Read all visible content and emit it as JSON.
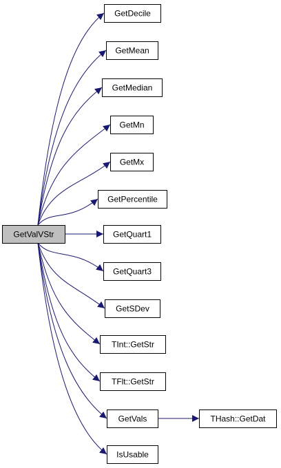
{
  "colors": {
    "edge": "#191970",
    "node_border": "#000000",
    "node_fill": "#ffffff",
    "root_fill": "#bfbfbf",
    "background": "#ffffff"
  },
  "root": {
    "id": "root",
    "label": "GetValVStr"
  },
  "callees": [
    {
      "id": "n1",
      "label": "GetDecile"
    },
    {
      "id": "n2",
      "label": "GetMean"
    },
    {
      "id": "n3",
      "label": "GetMedian"
    },
    {
      "id": "n4",
      "label": "GetMn"
    },
    {
      "id": "n5",
      "label": "GetMx"
    },
    {
      "id": "n6",
      "label": "GetPercentile"
    },
    {
      "id": "n7",
      "label": "GetQuart1"
    },
    {
      "id": "n8",
      "label": "GetQuart3"
    },
    {
      "id": "n9",
      "label": "GetSDev"
    },
    {
      "id": "n10",
      "label": "TInt::GetStr"
    },
    {
      "id": "n11",
      "label": "TFlt::GetStr"
    },
    {
      "id": "n12",
      "label": "GetVals"
    },
    {
      "id": "n13",
      "label": "IsUsable"
    }
  ],
  "secondary": [
    {
      "id": "n14",
      "label": "THash::GetDat"
    }
  ],
  "edges": [
    {
      "from": "root",
      "to": "n1"
    },
    {
      "from": "root",
      "to": "n2"
    },
    {
      "from": "root",
      "to": "n3"
    },
    {
      "from": "root",
      "to": "n4"
    },
    {
      "from": "root",
      "to": "n5"
    },
    {
      "from": "root",
      "to": "n6"
    },
    {
      "from": "root",
      "to": "n7"
    },
    {
      "from": "root",
      "to": "n8"
    },
    {
      "from": "root",
      "to": "n9"
    },
    {
      "from": "root",
      "to": "n10"
    },
    {
      "from": "root",
      "to": "n11"
    },
    {
      "from": "root",
      "to": "n12"
    },
    {
      "from": "root",
      "to": "n13"
    },
    {
      "from": "n12",
      "to": "n14"
    }
  ]
}
